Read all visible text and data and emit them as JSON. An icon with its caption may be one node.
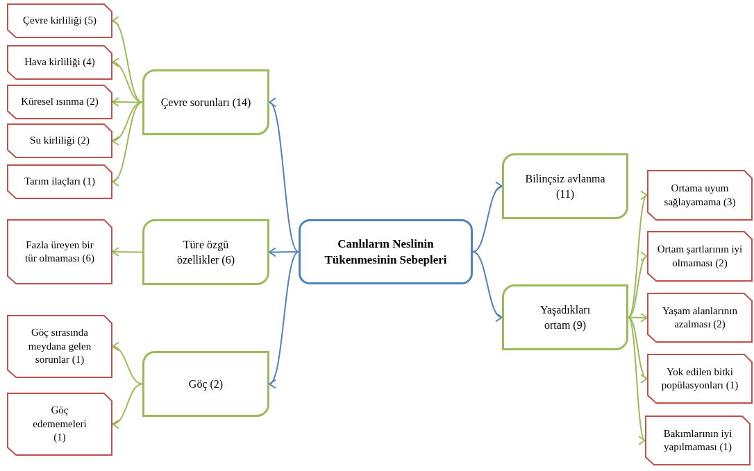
{
  "diagram": {
    "nodes": [
      {
        "text": [
          "Canlıların Neslinin Tükenmesinin Sebepleri"
        ]
      },
      {
        "text": [
          "Çevre sorunları (14)"
        ]
      },
      {
        "text": [
          "Çevre kirliliği (5)"
        ]
      },
      {
        "text": [
          "Hava kirliliği (4)"
        ]
      },
      {
        "text": [
          "Küresel ısınma (2)"
        ]
      },
      {
        "text": [
          "Su kirliliği (2)"
        ]
      },
      {
        "text": [
          "Tarım ilaçları (1)"
        ]
      },
      {
        "text": [
          "Türe özgü özellikler (6)"
        ]
      },
      {
        "text": [
          "Fazla üreyen bir tür olmaması (6)"
        ]
      },
      {
        "text": [
          "Göç (2)"
        ]
      },
      {
        "text": [
          "Göç sırasında meydana gelen sorunlar (1)"
        ]
      },
      {
        "text": [
          "Göç edememeleri (1)"
        ]
      },
      {
        "text": [
          "Bilinçsiz avlanma (11)"
        ]
      },
      {
        "text": [
          "Yaşadıkları ortam (9)"
        ]
      },
      {
        "text": [
          "Ortama uyum sağlayamama (3)"
        ]
      },
      {
        "text": [
          "Ortam şartlarının iyi olmaması (2)"
        ]
      },
      {
        "text": [
          "Yaşam alanlarının azalması (2)"
        ]
      },
      {
        "text": [
          "Yok edilen bitki popülasyonları (1)"
        ]
      },
      {
        "text": [
          "Bakımlarının iyi yapılmaması (1)"
        ]
      }
    ],
    "edges": [
      {
        "from": 0,
        "to": 1,
        "arrow": "to",
        "color": "#4f81bd"
      },
      {
        "from": 0,
        "to": 7,
        "arrow": "to",
        "color": "#4f81bd"
      },
      {
        "from": 0,
        "to": 9,
        "arrow": "to",
        "color": "#4f81bd"
      },
      {
        "from": 0,
        "to": 12,
        "arrow": "to",
        "color": "#4f81bd"
      },
      {
        "from": 0,
        "to": 13,
        "arrow": "to",
        "color": "#4f81bd"
      },
      {
        "from": 1,
        "to": 2,
        "arrow": "to"
      },
      {
        "from": 1,
        "to": 3,
        "arrow": "to"
      },
      {
        "from": 1,
        "to": 4,
        "arrow": "to"
      },
      {
        "from": 1,
        "to": 5,
        "arrow": "to"
      },
      {
        "from": 1,
        "to": 6,
        "arrow": "to"
      },
      {
        "from": 7,
        "to": 8,
        "arrow": "to"
      },
      {
        "from": 9,
        "to": 10,
        "arrow": "to"
      },
      {
        "from": 9,
        "to": 11,
        "arrow": "to"
      },
      {
        "from": 13,
        "to": 14,
        "arrow": "to"
      },
      {
        "from": 13,
        "to": 15,
        "arrow": "to"
      },
      {
        "from": 13,
        "to": 16,
        "arrow": "to"
      },
      {
        "from": 13,
        "to": 17,
        "arrow": "to"
      },
      {
        "from": 13,
        "to": 18,
        "arrow": "to"
      }
    ]
  }
}
